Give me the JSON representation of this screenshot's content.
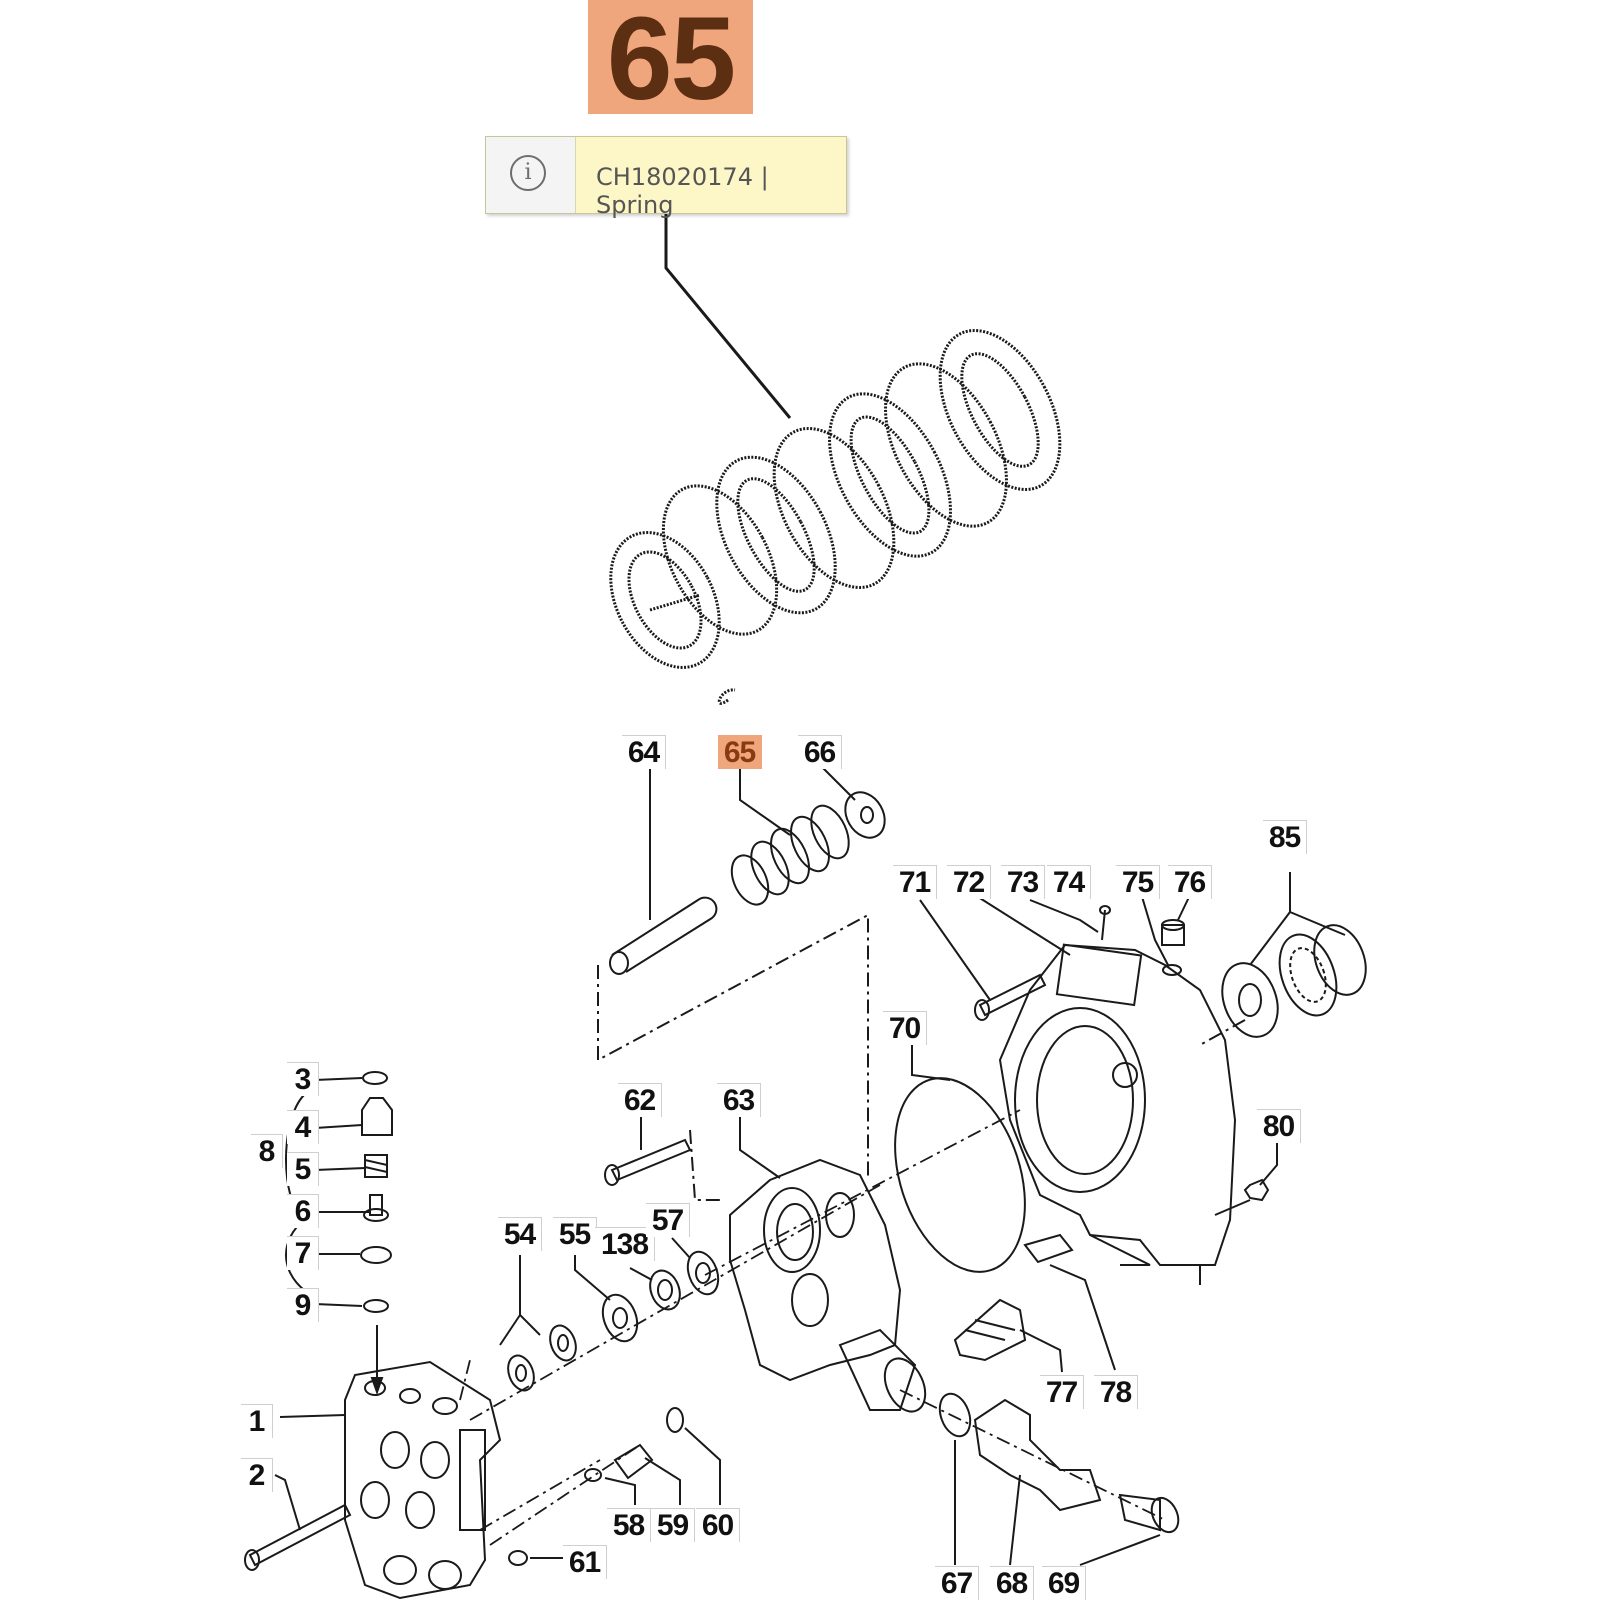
{
  "highlight": {
    "number": "65",
    "tooltip_icon": "info-icon",
    "tooltip_text": "CH18020174 | Spring",
    "color": "#f0a67c"
  },
  "callouts": [
    {
      "id": "1",
      "label": "1"
    },
    {
      "id": "2",
      "label": "2"
    },
    {
      "id": "3",
      "label": "3"
    },
    {
      "id": "4",
      "label": "4"
    },
    {
      "id": "5",
      "label": "5"
    },
    {
      "id": "6",
      "label": "6"
    },
    {
      "id": "7",
      "label": "7"
    },
    {
      "id": "8",
      "label": "8"
    },
    {
      "id": "9",
      "label": "9"
    },
    {
      "id": "54",
      "label": "54"
    },
    {
      "id": "55",
      "label": "55"
    },
    {
      "id": "138",
      "label": "138"
    },
    {
      "id": "57",
      "label": "57"
    },
    {
      "id": "58",
      "label": "58"
    },
    {
      "id": "59",
      "label": "59"
    },
    {
      "id": "60",
      "label": "60"
    },
    {
      "id": "61",
      "label": "61"
    },
    {
      "id": "62",
      "label": "62"
    },
    {
      "id": "63",
      "label": "63"
    },
    {
      "id": "64",
      "label": "64"
    },
    {
      "id": "65",
      "label": "65",
      "selected": true
    },
    {
      "id": "66",
      "label": "66"
    },
    {
      "id": "67",
      "label": "67"
    },
    {
      "id": "68",
      "label": "68"
    },
    {
      "id": "69",
      "label": "69"
    },
    {
      "id": "70",
      "label": "70"
    },
    {
      "id": "71",
      "label": "71"
    },
    {
      "id": "72",
      "label": "72"
    },
    {
      "id": "73",
      "label": "73"
    },
    {
      "id": "74",
      "label": "74"
    },
    {
      "id": "75",
      "label": "75"
    },
    {
      "id": "76",
      "label": "76"
    },
    {
      "id": "77",
      "label": "77"
    },
    {
      "id": "78",
      "label": "78"
    },
    {
      "id": "80",
      "label": "80"
    },
    {
      "id": "85",
      "label": "85"
    }
  ]
}
